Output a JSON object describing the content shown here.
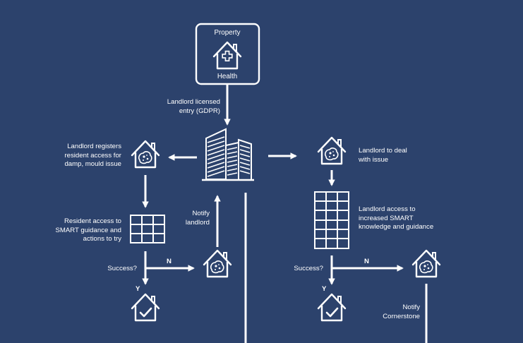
{
  "colors": {
    "background": "#2c426c",
    "foreground": "#ffffff"
  },
  "property_health": {
    "top_label": "Property",
    "bottom_label": "Health",
    "icon": "house-medical-cross-icon"
  },
  "labels": {
    "entry": "Landlord licensed\nentry (GDPR)",
    "registers": "Landlord registers\nresident access for\ndamp, mould issue",
    "deal": "Landlord to deal\nwith issue",
    "notify_landlord": "Notify\nlandlord",
    "resident_access": "Resident access to\nSMART guidance and\nactions to try",
    "landlord_access": "Landlord access to\nincreased SMART\nknowledge and guidance",
    "success_left": "Success?",
    "success_right": "Success?",
    "n_left": "N",
    "n_right": "N",
    "y_left": "Y",
    "y_right": "Y",
    "notify_cornerstone": "Notify\nCornerstone"
  },
  "icons": {
    "building": "office-buildings-icon",
    "mould_house": "house-mould-icon",
    "grid": "grid-panel-icon",
    "check_house": "house-checkmark-icon"
  }
}
